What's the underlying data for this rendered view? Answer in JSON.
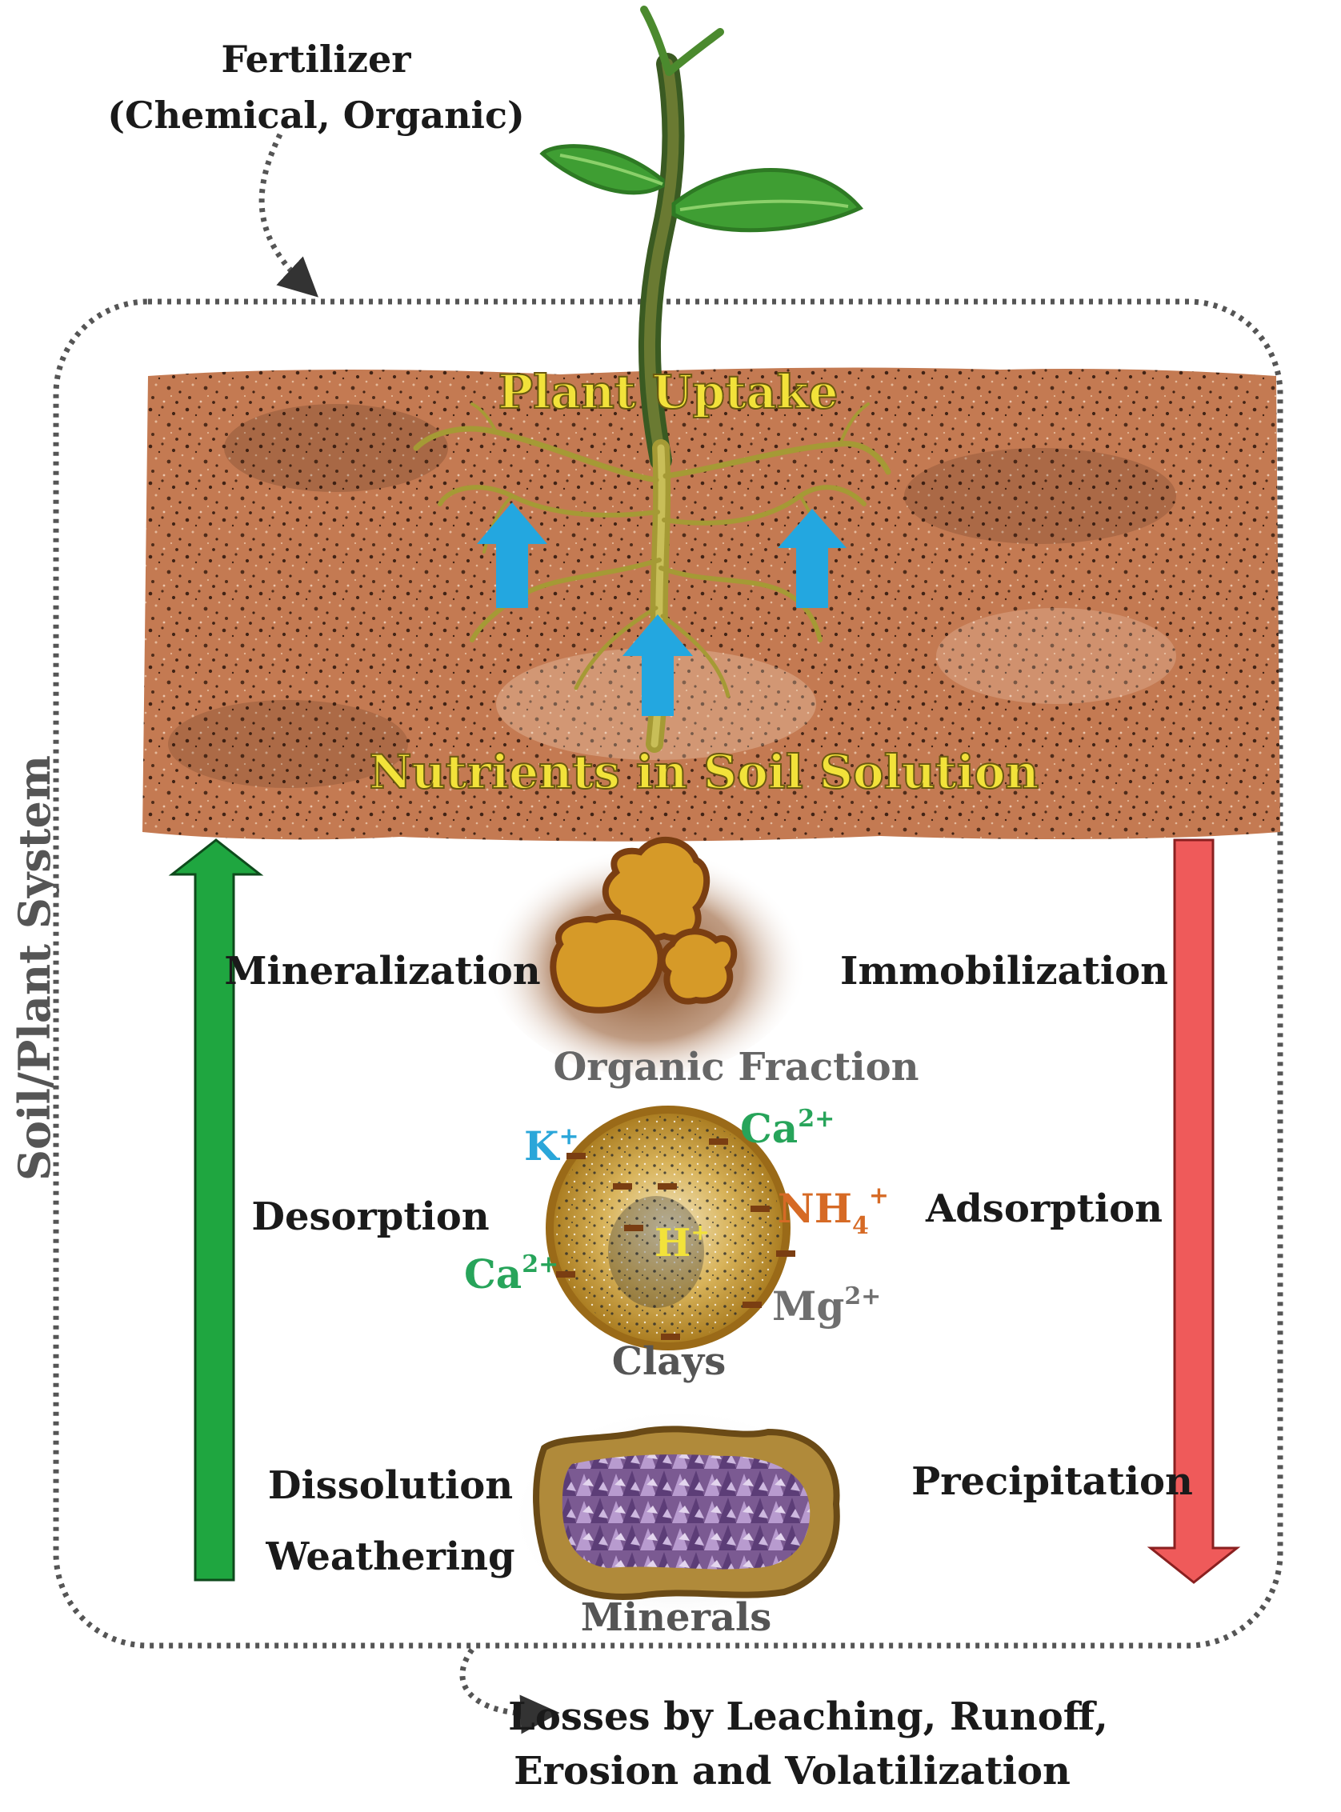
{
  "fertilizer": {
    "line1": "Fertilizer",
    "line2": "(Chemical, Organic)"
  },
  "system_label": "Soil/Plant System",
  "soil": {
    "uptake_label": "Plant Uptake",
    "solution_label": "Nutrients in Soil Solution"
  },
  "left_processes": {
    "mineralization": "Mineralization",
    "desorption": "Desorption",
    "dissolution": "Dissolution",
    "weathering": "Weathering"
  },
  "right_processes": {
    "immobilization": "Immobilization",
    "adsorption": "Adsorption",
    "precipitation": "Precipitation"
  },
  "pools": {
    "organic": "Organic Fraction",
    "clays": "Clays",
    "minerals": "Minerals"
  },
  "ions": {
    "k": {
      "base": "K",
      "sup": "+"
    },
    "ca_top": {
      "base": "Ca",
      "sup": "2+"
    },
    "nh4": {
      "base": "NH",
      "sub": "4",
      "sup": "+"
    },
    "h": {
      "base": "H",
      "sup": "+"
    },
    "ca_left": {
      "base": "Ca",
      "sup": "2+"
    },
    "mg": {
      "base": "Mg",
      "sup": "2+"
    }
  },
  "losses": {
    "line1": "Losses by Leaching, Runoff,",
    "line2": "Erosion and Volatilization"
  },
  "colors": {
    "soil": "#c47a52",
    "soil_dark": "#3a1e10",
    "plant_green": "#3f9e33",
    "stem": "#4a6a2a",
    "root": "#a59a35",
    "uptake_arrow": "#23a7e0",
    "up_arrow": "#1fa640",
    "down_arrow": "#ef5a5a",
    "label_yellow": "#f2e23a",
    "k_blue": "#2aa6d9",
    "ca_green": "#27a45a",
    "nh4_orange": "#d66a25",
    "mg_gray": "#6f6f6f"
  }
}
